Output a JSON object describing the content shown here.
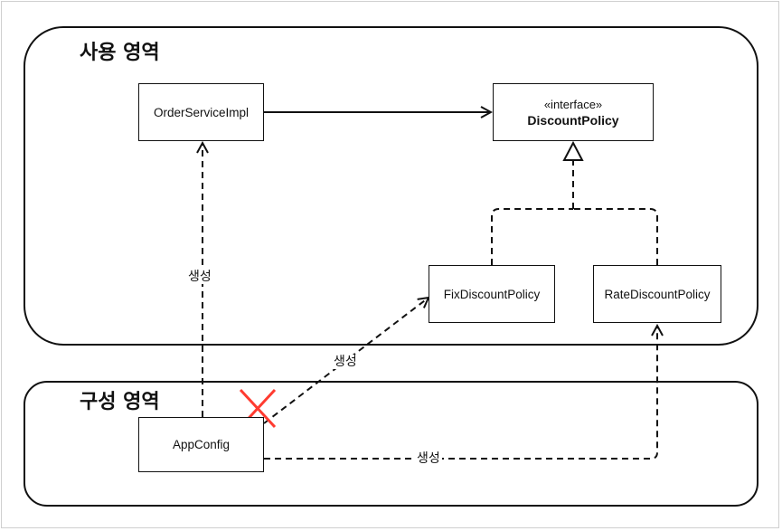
{
  "regions": {
    "usage": {
      "title": "사용 영역"
    },
    "config": {
      "title": "구성 영역"
    }
  },
  "nodes": {
    "order_service_impl": "OrderServiceImpl",
    "discount_policy": {
      "stereotype": "«interface»",
      "name": "DiscountPolicy"
    },
    "fix_discount_policy": "FixDiscountPolicy",
    "rate_discount_policy": "RateDiscountPolicy",
    "app_config": "AppConfig"
  },
  "edge_labels": {
    "create_order": "생성",
    "create_fix": "생성",
    "create_rate": "생성"
  },
  "colors": {
    "stroke": "#111111",
    "cross": "#ff3b30"
  }
}
